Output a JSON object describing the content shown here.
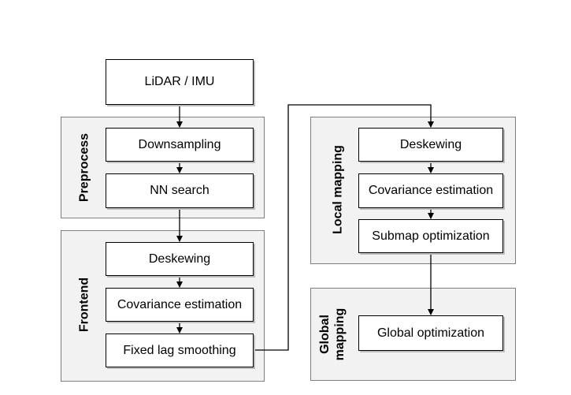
{
  "nodes": {
    "input": "LiDAR / IMU",
    "downsampling": "Downsampling",
    "nn_search": "NN search",
    "frontend_deskewing": "Deskewing",
    "frontend_covariance": "Covariance estimation",
    "fixed_lag": "Fixed lag smoothing",
    "local_deskewing": "Deskewing",
    "local_covariance": "Covariance estimation",
    "submap_opt": "Submap optimization",
    "global_opt": "Global optimization"
  },
  "groups": {
    "preprocess": "Preprocess",
    "frontend": "Frontend",
    "local_mapping": "Local mapping",
    "global_mapping_line1": "Global",
    "global_mapping_line2": "mapping"
  },
  "colors": {
    "group_fill": "#f2f2f2",
    "group_border": "#7f7f7f",
    "node_border": "#000000",
    "shadow": "#bdbdbd"
  }
}
